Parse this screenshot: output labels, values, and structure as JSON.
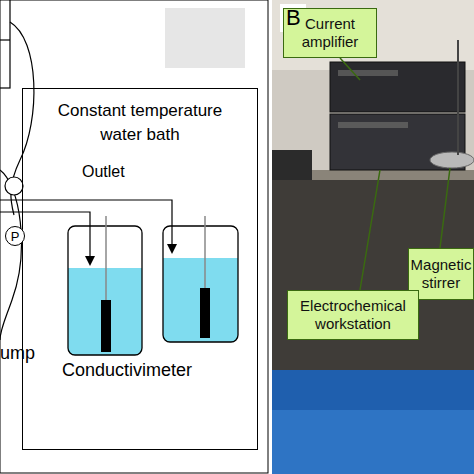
{
  "diagram": {
    "nodes": [
      {
        "text": [
          "Constant temperature water bath"
        ]
      },
      {
        "text": [
          "P"
        ]
      },
      {
        "text": [
          "Current amplifier"
        ]
      },
      {
        "text": [
          "Magnetic stirrer"
        ]
      },
      {
        "text": [
          "Electrochemical workstation"
        ]
      }
    ],
    "labels": [
      "Outlet",
      "ump",
      "Conductivimeter",
      "B"
    ]
  }
}
